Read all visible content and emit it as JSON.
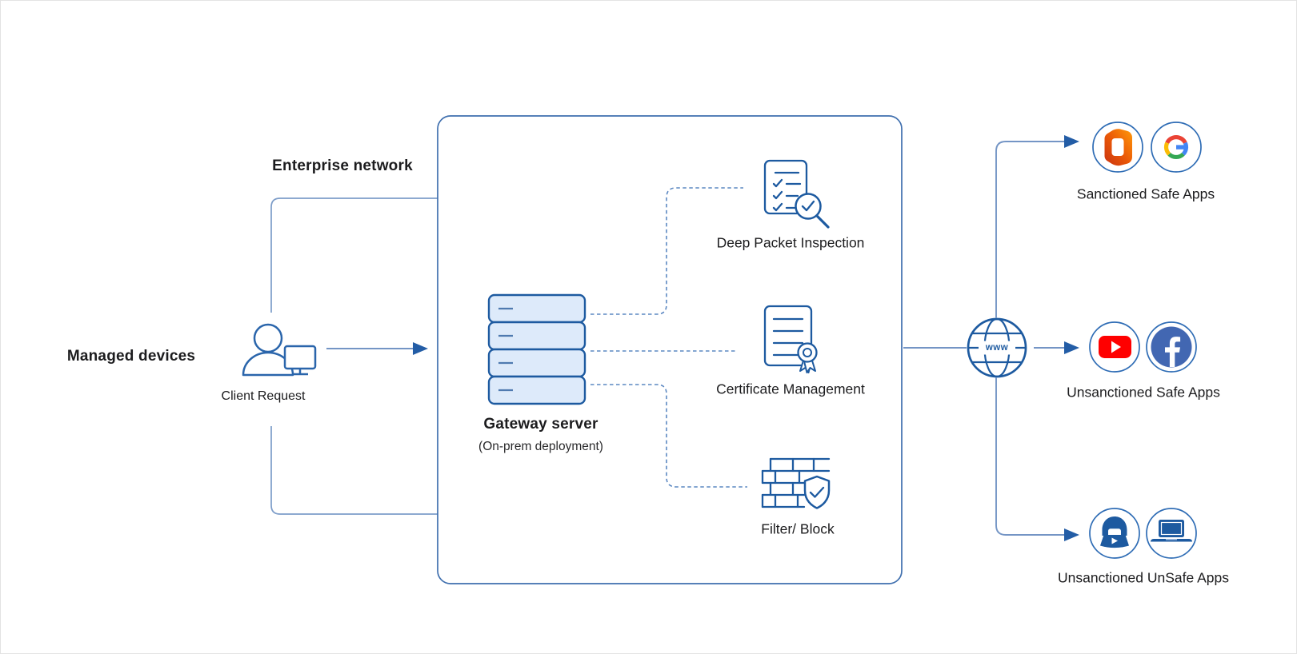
{
  "diagram": {
    "title_hidden": "",
    "managed_devices_label": "Managed devices",
    "client": {
      "label": "Client Request",
      "icon": "person-with-monitor-icon"
    },
    "enterprise_network_label": "Enterprise network",
    "gateway": {
      "title": "Gateway server",
      "subtitle": "(On-prem deployment)",
      "icon": "server-stack-icon"
    },
    "services": [
      {
        "label": "Deep Packet Inspection",
        "icon": "checklist-magnifier-icon"
      },
      {
        "label": "Certificate Management",
        "icon": "certificate-rosette-icon"
      },
      {
        "label": "Filter/ Block",
        "icon": "firewall-shield-icon"
      }
    ],
    "internet": {
      "label": "www",
      "icon": "globe-icon"
    },
    "destinations": [
      {
        "label": "Sanctioned Safe Apps",
        "apps": [
          "microsoft-office-icon",
          "google-icon"
        ]
      },
      {
        "label": "Unsanctioned Safe Apps",
        "apps": [
          "youtube-icon",
          "facebook-icon"
        ]
      },
      {
        "label": "Unsanctioned UnSafe Apps",
        "apps": [
          "hacker-icon",
          "laptop-icon"
        ]
      }
    ],
    "colors": {
      "icon_stroke_blue": "#1d5aa0",
      "box_border_blue": "#3f6fae",
      "connector_light_blue": "#7495c5",
      "arrowhead_blue": "#235da6",
      "dashed_blue": "#5c88c2",
      "server_fill": "#ddeafa",
      "youtube_red": "#ff0000",
      "facebook_blue": "#4267b2",
      "google_blue": "#4285f4",
      "google_red": "#ea4335",
      "google_yellow": "#fbbc05",
      "google_green": "#34a853",
      "office_gradient_start": "#d43a02",
      "office_gradient_end": "#ff9a08",
      "text_color": "#1c1c1e"
    }
  }
}
